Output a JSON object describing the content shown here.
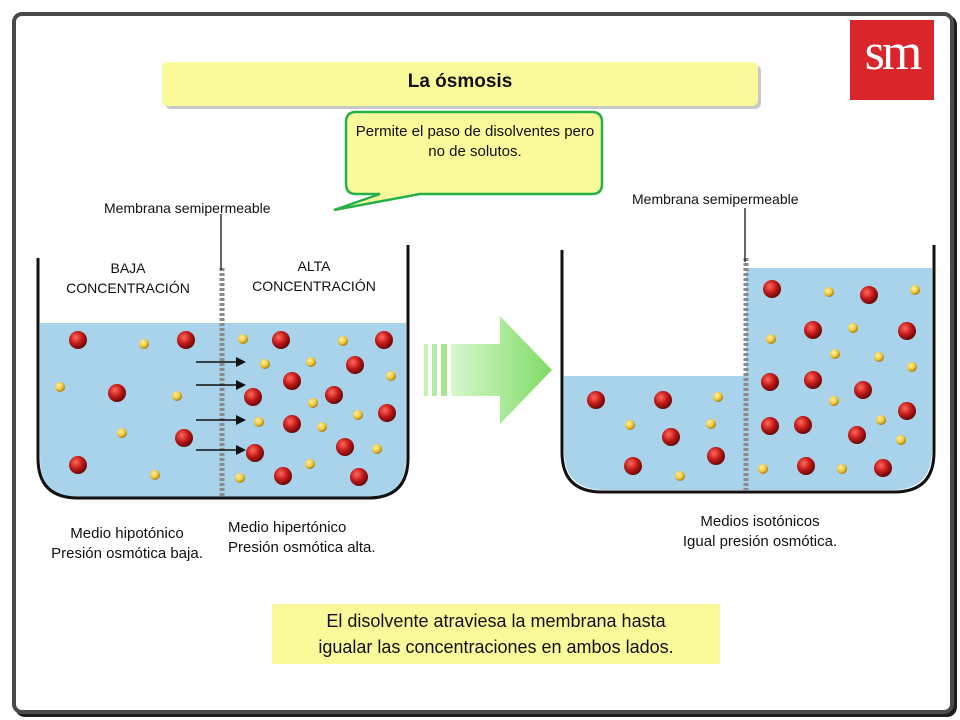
{
  "title": "La ósmosis",
  "logo_text": "sm",
  "callout": "Permite el paso de disolventes pero no de solutos.",
  "left_beaker": {
    "membrane_label": "Membrana semipermeable",
    "left_label_1": "BAJA",
    "left_label_2": "CONCENTRACIÓN",
    "right_label_1": "ALTA",
    "right_label_2": "CONCENTRACIÓN",
    "caption_left_1": "Medio hipotónico",
    "caption_left_2": "Presión osmótica baja.",
    "caption_right_1": "Medio hipertónico",
    "caption_right_2": "Presión osmótica alta."
  },
  "right_beaker": {
    "membrane_label": "Membrana semipermeable",
    "caption_1": "Medios isotónicos",
    "caption_2": "Igual presión osmótica."
  },
  "note_line_1": "El disolvente atraviesa la membrana hasta",
  "note_line_2": "igualar las concentraciones en ambos lados.",
  "colors": {
    "water": "#a9d3ea",
    "solute_large": "#c41a1a",
    "solute_small": "#f2c83a",
    "membrane": "#8a8a8a",
    "arrow": "#8fe07a",
    "bubble_border": "#26b04a",
    "highlight": "#fafa9a",
    "logo": "#d8262a"
  }
}
